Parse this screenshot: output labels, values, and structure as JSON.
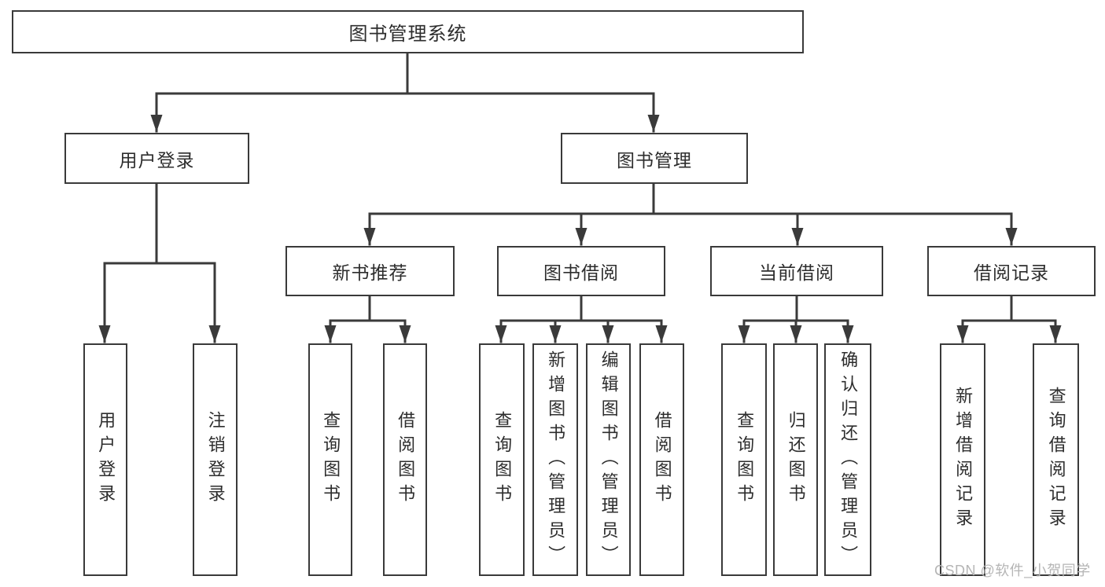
{
  "nodes": {
    "root": "图书管理系统",
    "user_login": "用户登录",
    "book_management": "图书管理",
    "new_book_recommend": "新书推荐",
    "book_borrow": "图书借阅",
    "current_borrow": "当前借阅",
    "borrow_record": "借阅记录"
  },
  "leaves": {
    "user_login": [
      "用户登录",
      "注销登录"
    ],
    "new_book_recommend": [
      "查询图书",
      "借阅图书"
    ],
    "book_borrow": [
      "查询图书",
      "新增图书（管理员）",
      "编辑图书（管理员）",
      "借阅图书"
    ],
    "current_borrow": [
      "查询图书",
      "归还图书",
      "确认归还（管理员）"
    ],
    "borrow_record": [
      "新增借阅记录",
      "查询借阅记录"
    ]
  },
  "watermark": {
    "text": "CSDN @软件_小贺同学"
  },
  "colors": {
    "line": "#3a3a3a",
    "box_border": "#3a3a3a",
    "text": "#2d2d2d",
    "watermark": "#b5b5b5",
    "background": "#ffffff"
  }
}
